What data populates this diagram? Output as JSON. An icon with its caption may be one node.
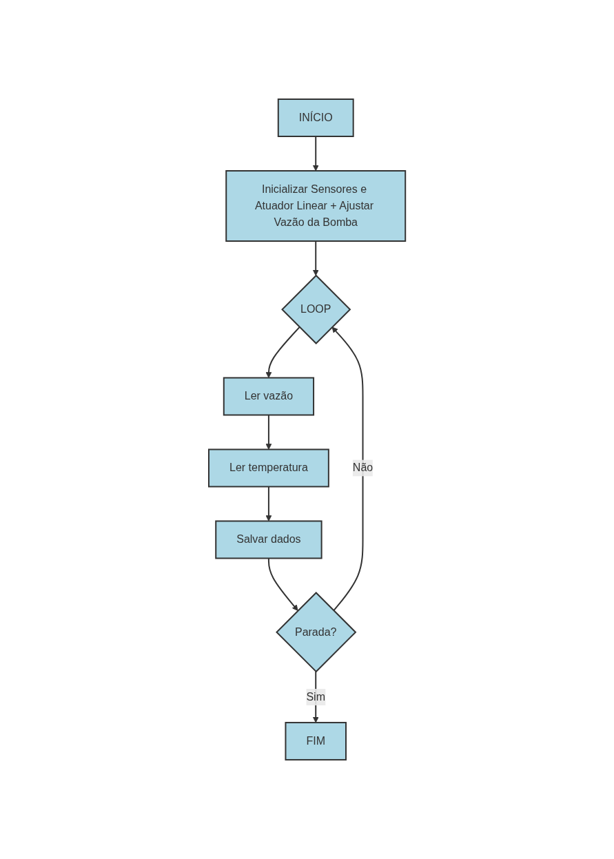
{
  "diagram": {
    "nodes": [
      {
        "text": [
          "INÍCIO"
        ]
      },
      {
        "text": [
          "Inicializar Sensores e Atuador Linear + Ajustar Vazão da Bomba"
        ]
      },
      {
        "text": [
          "LOOP"
        ]
      },
      {
        "text": [
          "Ler vazão"
        ]
      },
      {
        "text": [
          "Ler temperatura"
        ]
      },
      {
        "text": [
          "Salvar dados"
        ]
      },
      {
        "text": [
          "Parada?"
        ]
      },
      {
        "text": [
          "FIM"
        ]
      }
    ],
    "edges": [
      {
        "from": 0,
        "to": 1,
        "arrow": "to"
      },
      {
        "from": 1,
        "to": 2,
        "arrow": "to"
      },
      {
        "from": 2,
        "to": 3,
        "arrow": "to"
      },
      {
        "from": 3,
        "to": 4,
        "arrow": "to"
      },
      {
        "from": 4,
        "to": 5,
        "arrow": "to"
      },
      {
        "from": 5,
        "to": 6,
        "arrow": "to"
      },
      {
        "from": 6,
        "to": 2,
        "label": "Não",
        "arrow": "to"
      },
      {
        "from": 6,
        "to": 7,
        "label": "Sim",
        "arrow": "to"
      }
    ]
  }
}
